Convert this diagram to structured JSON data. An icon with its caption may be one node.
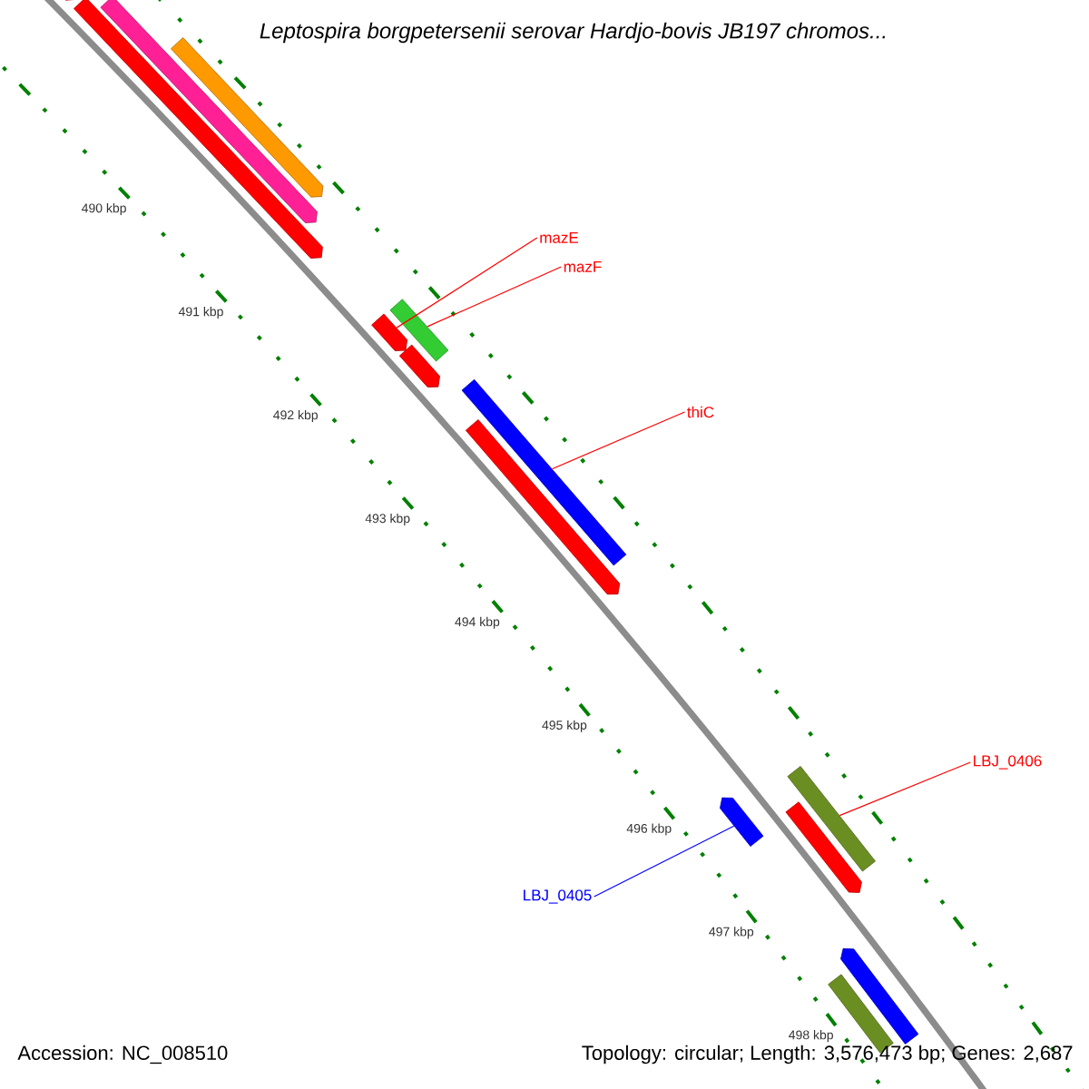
{
  "diagram": {
    "title": "Leptospira borgpetersenii serovar Hardjo-bovis JB197 chromos...",
    "nodes": [
      {
        "text": [],
        "shape": "arrow"
      },
      {
        "text": [],
        "shape": "arrow"
      },
      {
        "text": [],
        "shape": "arrow"
      },
      {
        "text": [],
        "shape": "arrow"
      },
      {
        "text": [
          "mazE"
        ]
      },
      {
        "text": [
          "mazF"
        ]
      },
      {
        "text": [],
        "shape": "arrow"
      },
      {
        "text": [],
        "shape": "bar"
      },
      {
        "text": [],
        "shape": "arrow"
      },
      {
        "text": [
          "thiC"
        ]
      },
      {
        "text": [],
        "shape": "bar"
      },
      {
        "text": [],
        "shape": "arrow"
      },
      {
        "text": [
          "LBJ_0406"
        ]
      },
      {
        "text": [],
        "shape": "arrow"
      },
      {
        "text": [],
        "shape": "bar"
      },
      {
        "text": [],
        "shape": "arrow"
      },
      {
        "text": [
          "LBJ_0405"
        ]
      },
      {
        "text": [],
        "shape": "arrow"
      },
      {
        "text": [],
        "shape": "bar"
      }
    ],
    "edges": [
      {
        "from": 4,
        "to": 6,
        "arrow": "none"
      },
      {
        "from": 5,
        "to": 7,
        "arrow": "none"
      },
      {
        "from": 9,
        "to": 10,
        "arrow": "none"
      },
      {
        "from": 12,
        "to": 14,
        "arrow": "none"
      },
      {
        "from": 16,
        "to": 13,
        "arrow": "none",
        "color": "#0000ff"
      }
    ],
    "labels": [
      "490 kbp",
      "491 kbp",
      "492 kbp",
      "493 kbp",
      "494 kbp",
      "495 kbp",
      "496 kbp",
      "497 kbp",
      "498 kbp",
      "Accession: NC_008510",
      "Topology: circular; Length: 3,576,473 bp; Genes: 2,687"
    ]
  }
}
